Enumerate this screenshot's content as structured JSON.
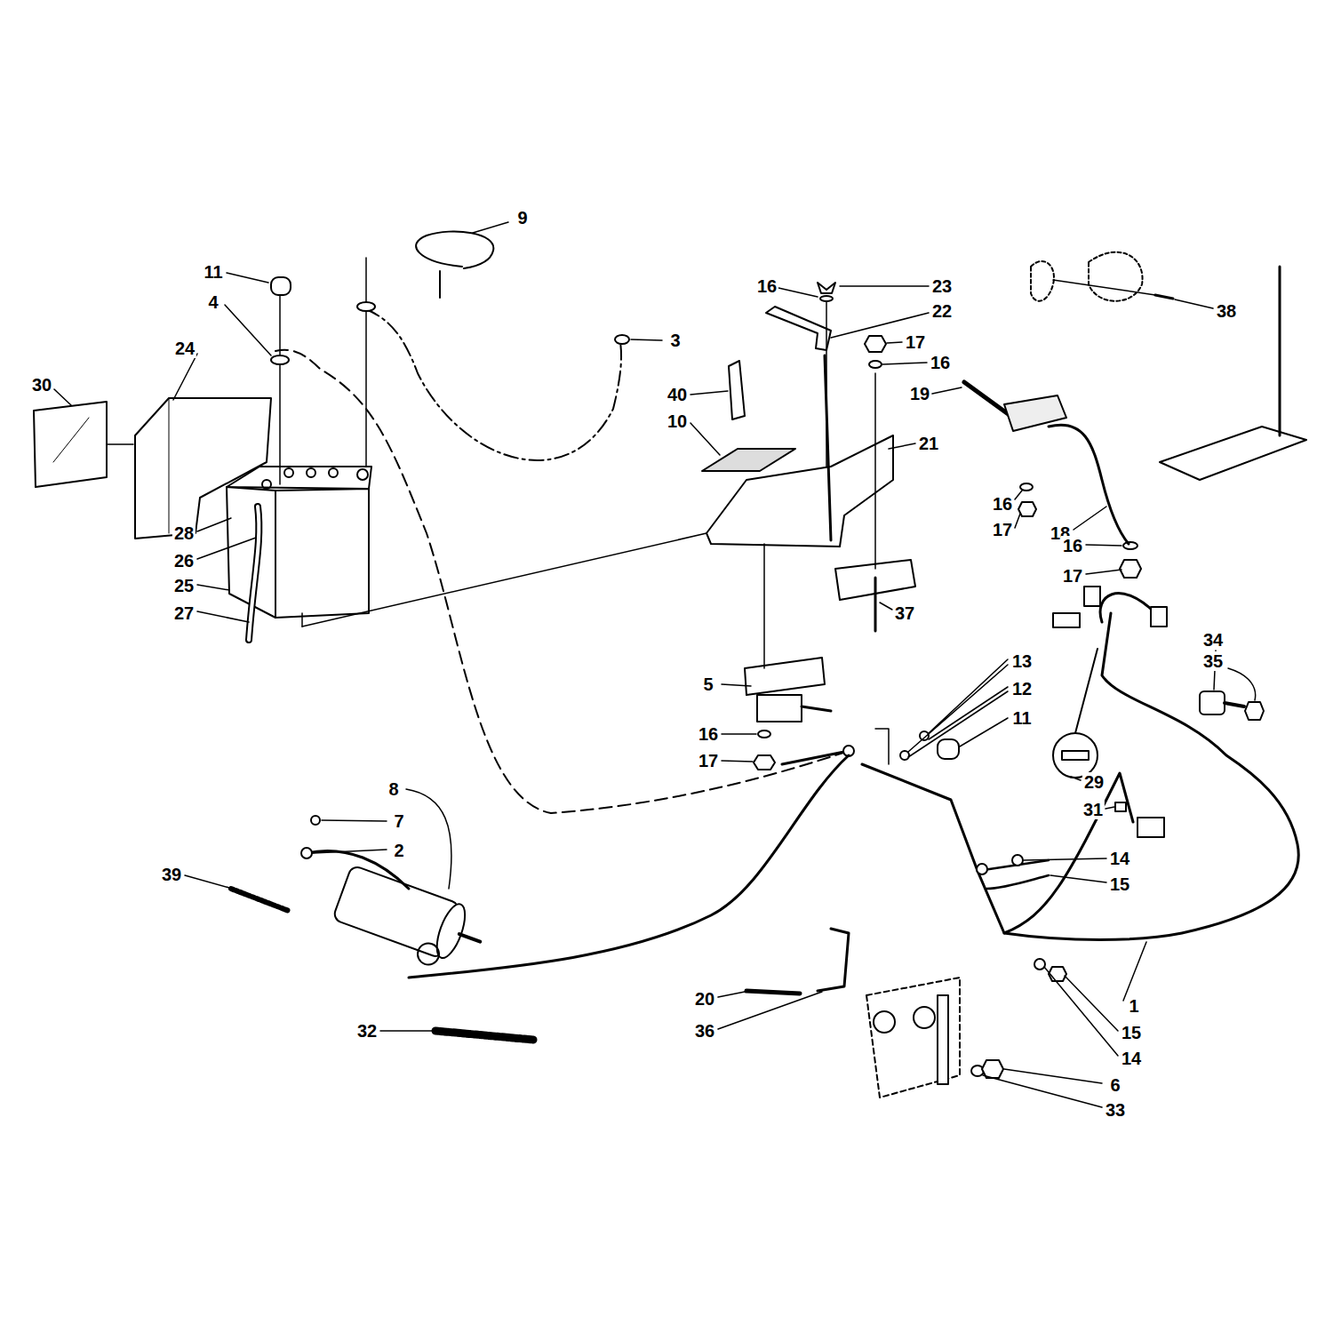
{
  "diagram": {
    "labels": [
      "9",
      "11",
      "16",
      "23",
      "4",
      "22",
      "38",
      "3",
      "17",
      "24",
      "16",
      "30",
      "19",
      "40",
      "10",
      "21",
      "16",
      "17",
      "28",
      "18",
      "16",
      "26",
      "17",
      "25",
      "27",
      "37",
      "34",
      "13",
      "35",
      "5",
      "12",
      "11",
      "16",
      "17",
      "29",
      "8",
      "31",
      "7",
      "2",
      "14",
      "39",
      "15",
      "20",
      "1",
      "32",
      "36",
      "15",
      "14",
      "6",
      "33"
    ]
  }
}
